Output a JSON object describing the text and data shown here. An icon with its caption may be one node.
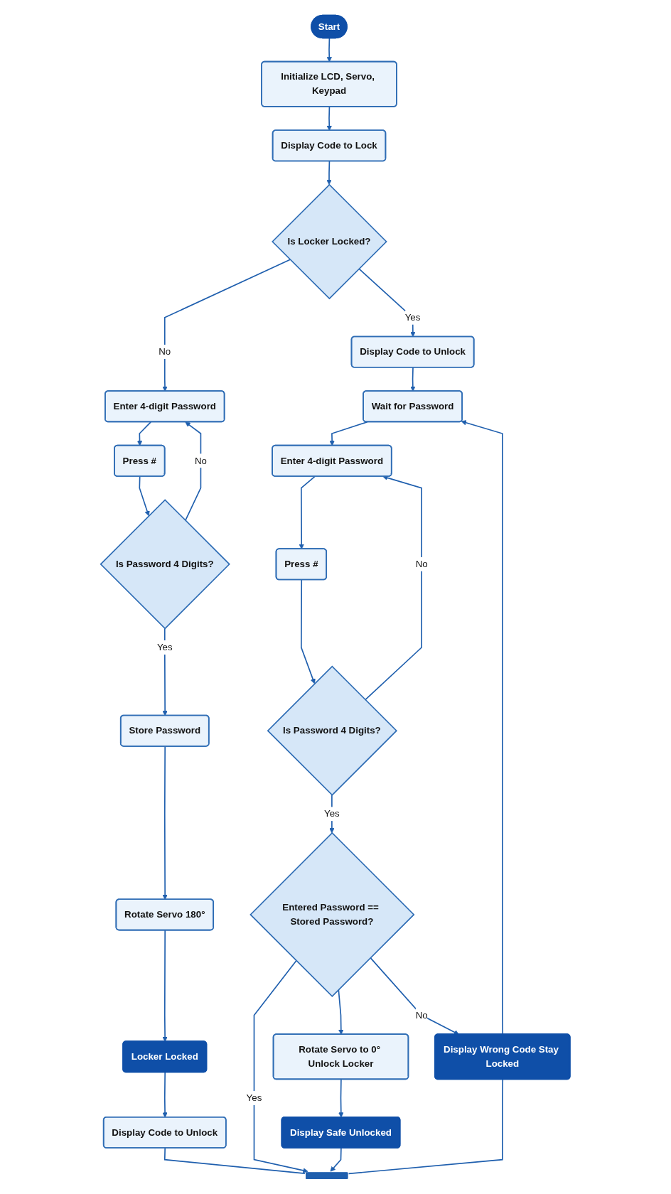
{
  "diagram": {
    "nodes": [
      {
        "text": [
          "Start"
        ]
      },
      {
        "text": [
          "Initialize LCD, Servo, Keypad"
        ]
      },
      {
        "text": [
          "Display Code to Lock"
        ]
      },
      {
        "text": [
          "Is Locker Locked?"
        ]
      },
      {
        "text": [
          "Enter 4-digit Password"
        ]
      },
      {
        "text": [
          "Press #"
        ]
      },
      {
        "text": [
          "Is Password 4 Digits?"
        ]
      },
      {
        "text": [
          "Store Password"
        ]
      },
      {
        "text": [
          "Rotate Servo 180°"
        ]
      },
      {
        "text": [
          "Locker Locked"
        ]
      },
      {
        "text": [
          "Display Code to Unlock"
        ]
      },
      {
        "text": [
          "Display Code to Unlock"
        ]
      },
      {
        "text": [
          "Wait for Password"
        ]
      },
      {
        "text": [
          "Enter 4-digit Password"
        ]
      },
      {
        "text": [
          "Press #"
        ]
      },
      {
        "text": [
          "Is Password 4 Digits?"
        ]
      },
      {
        "text": [
          "Entered Password == Stored Password?"
        ]
      },
      {
        "text": [
          "Rotate Servo to 0° Unlock Locker"
        ]
      },
      {
        "text": [
          "Display Safe Unlocked"
        ]
      },
      {
        "text": [
          "Display Wrong Code Stay Locked"
        ]
      },
      {
        "text": [],
        "shape": "bar"
      }
    ],
    "edges": [
      {
        "from": 0,
        "to": 1,
        "arrow": "to"
      },
      {
        "from": 1,
        "to": 2,
        "arrow": "to"
      },
      {
        "from": 2,
        "to": 3,
        "arrow": "to"
      },
      {
        "from": 3,
        "to": 4,
        "label": "No",
        "arrow": "to"
      },
      {
        "from": 3,
        "to": 11,
        "label": "Yes",
        "arrow": "to"
      },
      {
        "from": 4,
        "to": 5,
        "arrow": "to"
      },
      {
        "from": 5,
        "to": 6,
        "arrow": "to"
      },
      {
        "from": 6,
        "to": 4,
        "label": "No",
        "arrow": "to"
      },
      {
        "from": 6,
        "to": 7,
        "label": "Yes",
        "arrow": "to"
      },
      {
        "from": 7,
        "to": 8,
        "arrow": "to"
      },
      {
        "from": 8,
        "to": 9,
        "arrow": "to"
      },
      {
        "from": 9,
        "to": 10,
        "arrow": "to"
      },
      {
        "from": 11,
        "to": 12,
        "arrow": "to"
      },
      {
        "from": 12,
        "to": 13,
        "arrow": "to"
      },
      {
        "from": 13,
        "to": 14,
        "arrow": "to"
      },
      {
        "from": 14,
        "to": 15,
        "arrow": "to"
      },
      {
        "from": 15,
        "to": 13,
        "label": "No",
        "arrow": "to"
      },
      {
        "from": 15,
        "to": 16,
        "label": "Yes",
        "arrow": "to"
      },
      {
        "from": 16,
        "to": 20,
        "label": "Yes",
        "arrow": "to"
      },
      {
        "from": 16,
        "to": 17,
        "arrow": "to"
      },
      {
        "from": 16,
        "to": 19,
        "label": "No",
        "arrow": "to"
      },
      {
        "from": 17,
        "to": 18,
        "arrow": "to"
      },
      {
        "from": 19,
        "to": 12,
        "arrow": "to"
      },
      {
        "from": 10,
        "to": 20,
        "arrow": "none"
      },
      {
        "from": 18,
        "to": 20,
        "arrow": "to"
      },
      {
        "from": 19,
        "to": 20,
        "arrow": "none"
      }
    ]
  }
}
